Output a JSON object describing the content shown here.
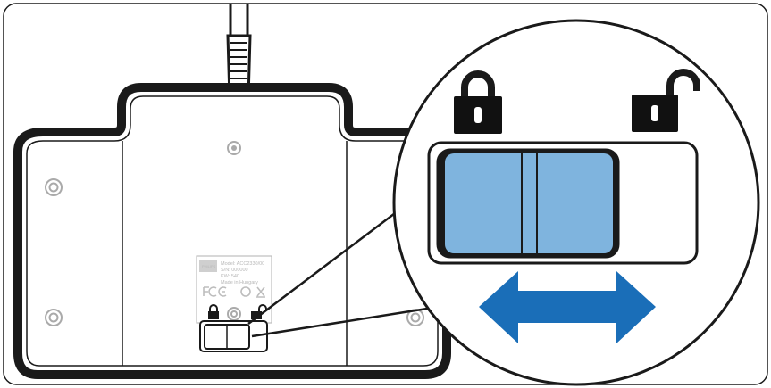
{
  "label_sticker": {
    "brand": "PHILIPS",
    "lines": [
      "Model: ACC2330/00",
      "S/N: 000000",
      "KW: 540",
      "Made in Hungary"
    ]
  },
  "icons": {
    "locked": "padlock-closed-icon",
    "unlocked": "padlock-open-icon",
    "arrow": "double-headed-arrow-icon"
  },
  "colors": {
    "outline": "#1a1a1a",
    "slider_fill": "#7fb4de",
    "slider_stroke": "#1a1a1a",
    "arrow": "#1a6eb8",
    "background": "#ffffff"
  }
}
